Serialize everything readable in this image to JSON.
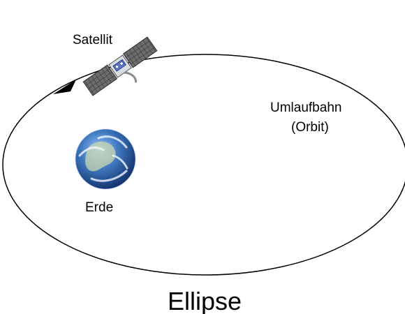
{
  "diagram": {
    "labels": {
      "satellite": "Satellit",
      "orbit_line1": "Umlaufbahn",
      "orbit_line2": "(Orbit)",
      "earth": "Erde",
      "shape": "Ellipse"
    },
    "icons": {
      "satellite": "satellite-icon",
      "earth": "earth-globe-icon",
      "direction": "arrowhead-icon"
    },
    "colors": {
      "orbit_stroke": "#000000",
      "background": "#ffffff",
      "earth_ocean": "#2f5f9f",
      "earth_land": "#c9d8b0",
      "earth_cloud": "#f2f6ff",
      "solar_panel": "#5e5e5e"
    }
  }
}
